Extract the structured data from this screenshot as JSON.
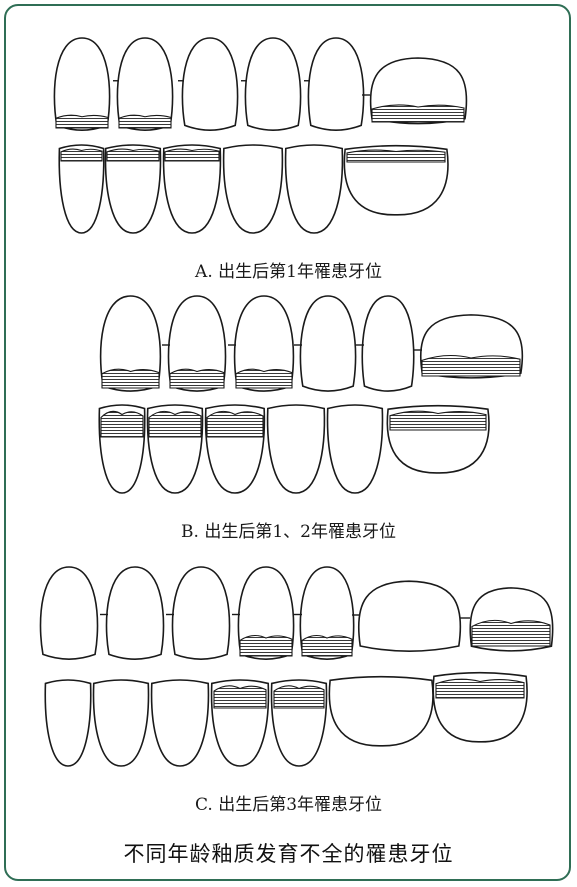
{
  "frame_color": "#2f6e55",
  "panels": [
    {
      "label": "A. 出生后第1年罹患牙位",
      "upper": [
        false,
        false,
        false,
        false,
        false,
        false
      ],
      "upper_cervical": [
        true,
        true,
        false,
        false,
        false,
        true
      ],
      "lower": [
        true,
        true,
        true,
        false,
        false,
        true
      ]
    },
    {
      "label": "B. 出生后第1、2年罹患牙位",
      "upper_cervical": [
        true,
        true,
        true,
        false,
        false,
        true
      ],
      "lower": [
        true,
        true,
        true,
        false,
        false,
        true
      ]
    },
    {
      "label": "C. 出生后第3年罹患牙位",
      "upper_cervical": [
        false,
        false,
        false,
        true,
        true,
        false,
        true
      ],
      "lower": [
        false,
        false,
        false,
        true,
        true,
        false,
        true
      ]
    }
  ],
  "caption": "不同年龄釉质发育不全的罹患牙位"
}
